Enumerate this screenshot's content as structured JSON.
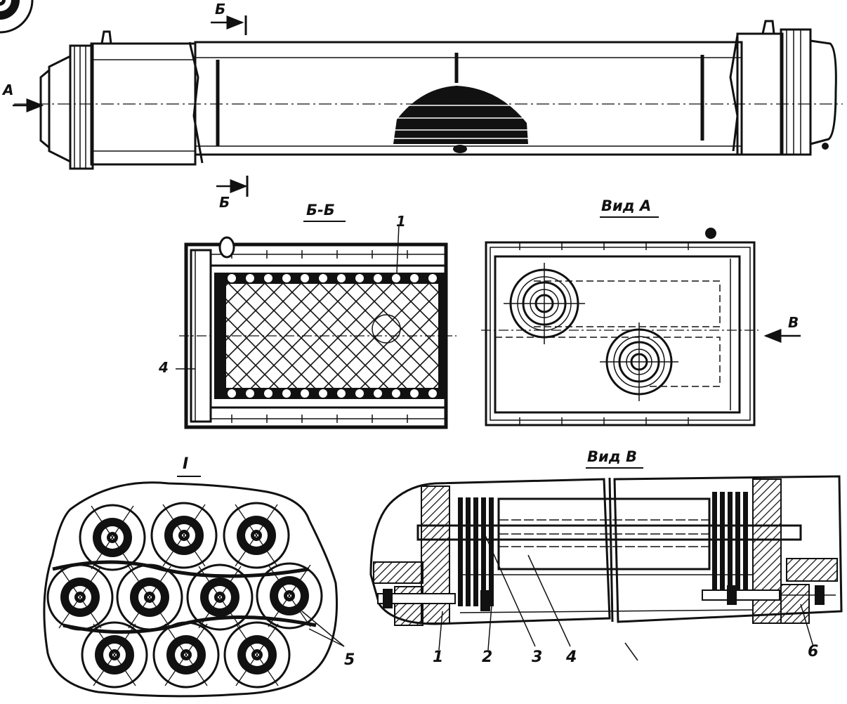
{
  "labels": {
    "view_a_arrow": "A",
    "section_top": "Б",
    "section_bottom": "Б",
    "section_title": "Б-Б",
    "view_a_title": "Вид А",
    "view_b_arrow": "В",
    "detail_title": "I",
    "view_b_title": "Вид В",
    "callout_1_section": "1",
    "callout_4_section": "4",
    "callout_5_detail": "5",
    "callout_1": "1",
    "callout_2": "2",
    "callout_3": "3",
    "callout_4": "4",
    "callout_6": "6"
  }
}
